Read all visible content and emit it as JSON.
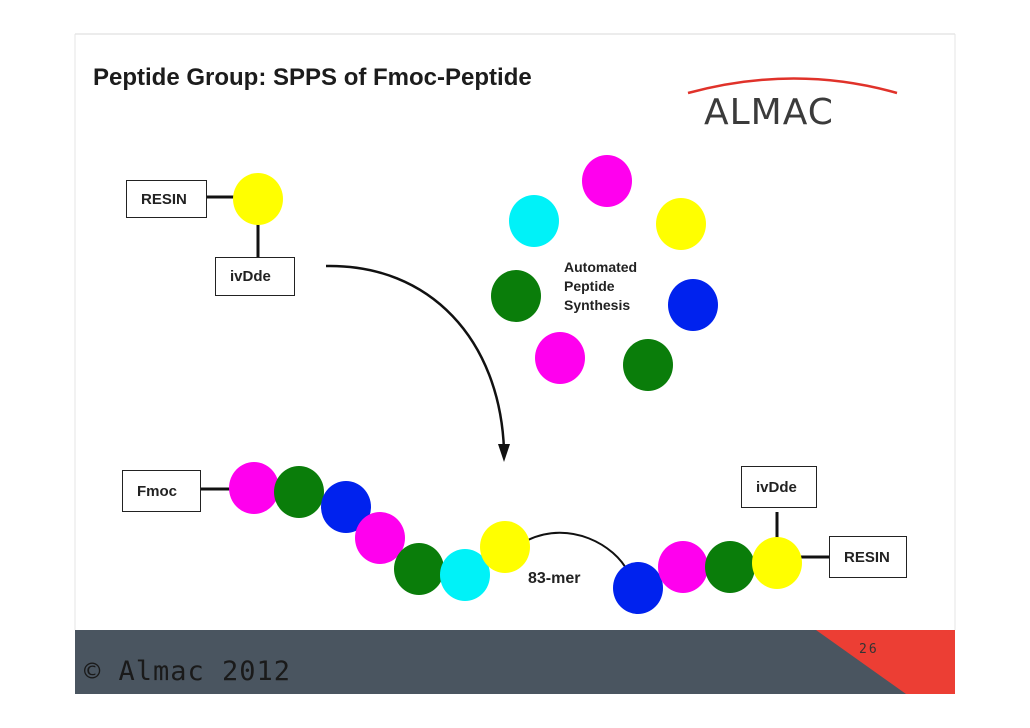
{
  "slide": {
    "title": "Peptide Group: SPPS of Fmoc-Peptide",
    "logo_text": "ALMAC",
    "page_number": "26",
    "copyright": "© Almac 2012"
  },
  "labels": {
    "resin_top": "RESIN",
    "ivdde_top": "ivDde",
    "automated": [
      "Automated",
      "Peptide",
      "Synthesis"
    ],
    "fmoc": "Fmoc",
    "ivdde_bottom": "ivDde",
    "resin_bottom": "RESIN",
    "chain_length": "83-mer"
  },
  "colors": {
    "magenta": "#ff00ee",
    "green": "#0a7d0a",
    "blue": "#0022ee",
    "cyan": "#00f2f8",
    "yellow": "#ffff00",
    "footer_bar": "#4a5560",
    "red_accent": "#ec3e34"
  },
  "circles": {
    "resin_bead": "yellow",
    "ring": [
      "magenta",
      "yellow",
      "blue",
      "green",
      "magenta",
      "green",
      "cyan"
    ],
    "chain_left": [
      "magenta",
      "green",
      "blue",
      "magenta",
      "green",
      "cyan",
      "yellow"
    ],
    "chain_right": [
      "blue",
      "magenta",
      "green",
      "yellow"
    ]
  }
}
